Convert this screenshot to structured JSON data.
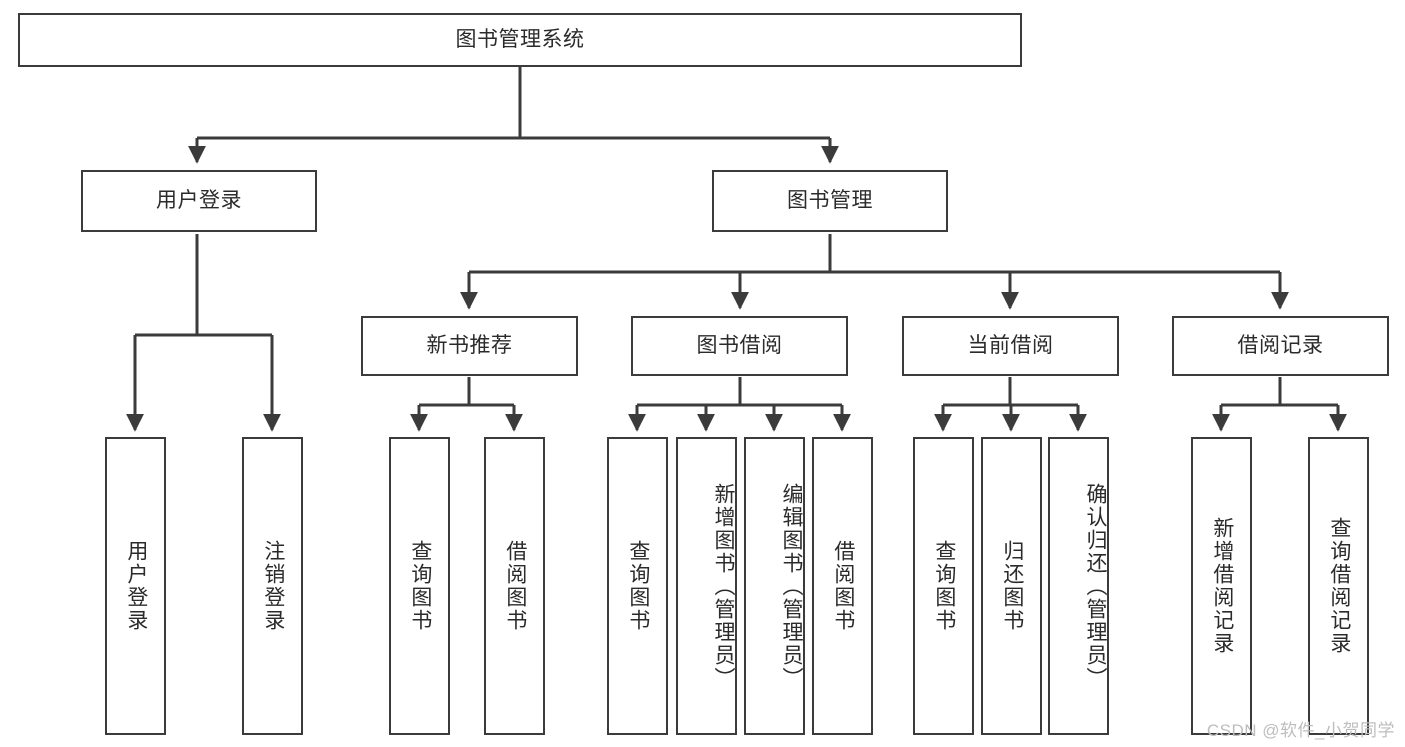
{
  "diagram": {
    "title": "图书管理系统",
    "type": "tree-hierarchy-diagram",
    "colors": {
      "stroke": "#3b3b3b",
      "fill": "#ffffff",
      "text": "#2b2b2b",
      "watermark": "#bdbdbd"
    },
    "root": {
      "label": "图书管理系统"
    },
    "level1": [
      {
        "label": "用户登录"
      },
      {
        "label": "图书管理"
      }
    ],
    "level2": [
      {
        "label": "新书推荐"
      },
      {
        "label": "图书借阅"
      },
      {
        "label": "当前借阅"
      },
      {
        "label": "借阅记录"
      }
    ],
    "leaves": {
      "user_login": [
        {
          "label": "用户登录"
        },
        {
          "label": "注销登录"
        }
      ],
      "new_book_recommend": [
        {
          "label": "查询图书"
        },
        {
          "label": "借阅图书"
        }
      ],
      "book_borrow": [
        {
          "label": "查询图书"
        },
        {
          "label": "新增图书（管理员）"
        },
        {
          "label": "编辑图书（管理员）"
        },
        {
          "label": "借阅图书"
        }
      ],
      "current_borrow": [
        {
          "label": "查询图书"
        },
        {
          "label": "归还图书"
        },
        {
          "label": "确认归还（管理员）"
        }
      ],
      "borrow_record": [
        {
          "label": "新增借阅记录"
        },
        {
          "label": "查询借阅记录"
        }
      ]
    }
  },
  "watermark": {
    "text": "CSDN @软件_小贺同学"
  }
}
